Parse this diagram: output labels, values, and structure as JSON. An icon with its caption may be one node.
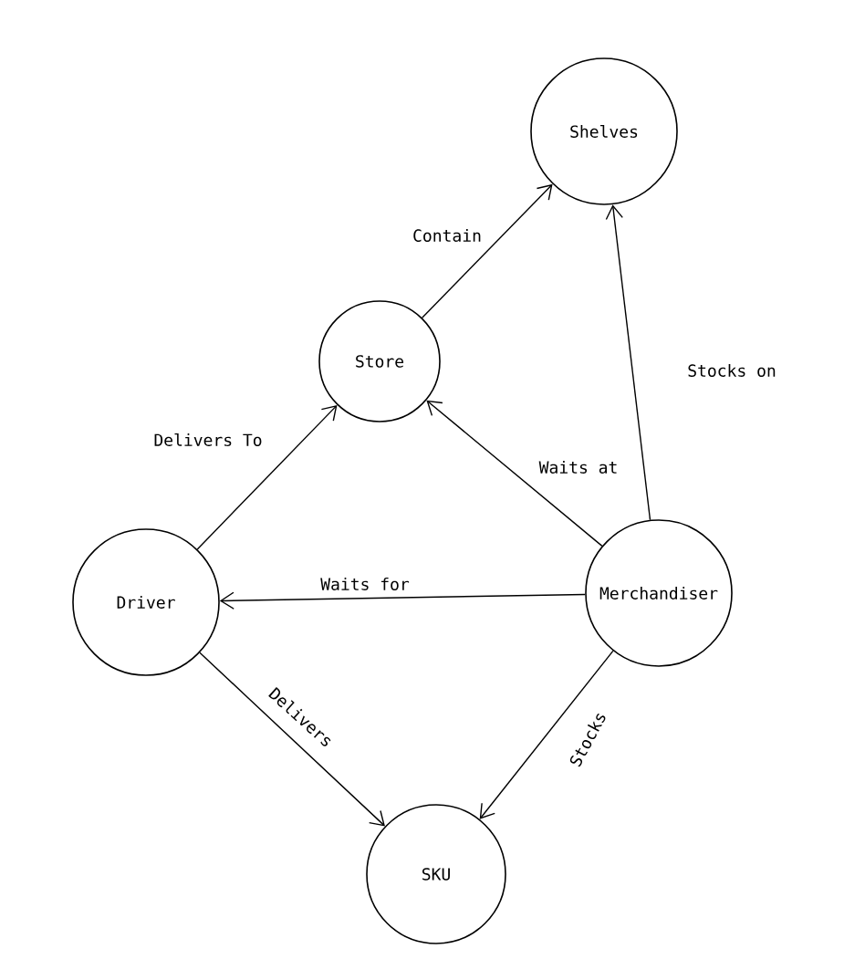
{
  "diagram": {
    "nodes": [
      {
        "text": [
          "Shelves"
        ]
      },
      {
        "text": [
          "Store"
        ]
      },
      {
        "text": [
          "Driver"
        ]
      },
      {
        "text": [
          "Merchandiser"
        ]
      },
      {
        "text": [
          "SKU"
        ]
      }
    ],
    "edges": [
      {
        "from": 1,
        "to": 0,
        "arrow": "to",
        "label": "Contain"
      },
      {
        "from": 2,
        "to": 1,
        "arrow": "to",
        "label": "Delivers To"
      },
      {
        "from": 3,
        "to": 1,
        "arrow": "to",
        "label": "Waits at"
      },
      {
        "from": 3,
        "to": 0,
        "arrow": "to",
        "label": "Stocks on"
      },
      {
        "from": 3,
        "to": 2,
        "arrow": "to",
        "label": "Waits for"
      },
      {
        "from": 2,
        "to": 4,
        "arrow": "to",
        "label": "Delivers"
      },
      {
        "from": 3,
        "to": 4,
        "arrow": "to",
        "label": "Stocks"
      }
    ]
  }
}
